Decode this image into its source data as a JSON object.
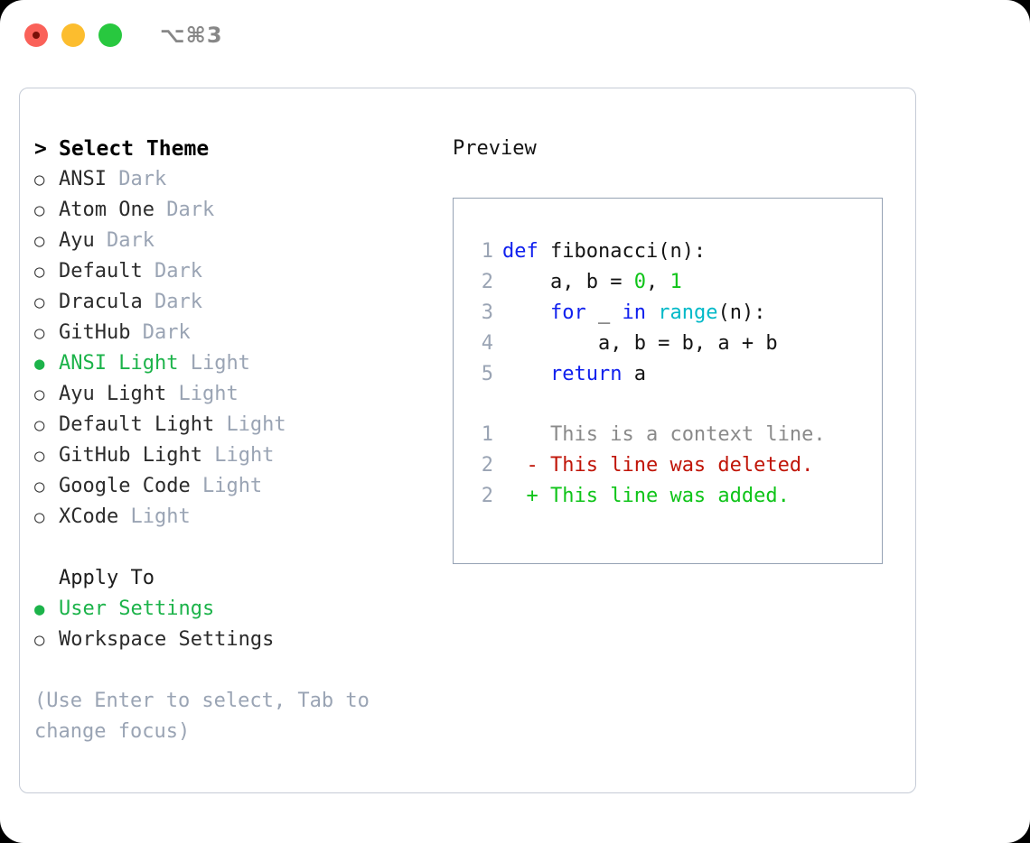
{
  "titlebar": {
    "shortcut": "⌥⌘3",
    "buttons": [
      {
        "name": "close",
        "color": "#fa6159"
      },
      {
        "name": "minimize",
        "color": "#fcbd2e"
      },
      {
        "name": "zoom",
        "color": "#28c83f"
      }
    ]
  },
  "theme_picker": {
    "header": "Select Theme",
    "header_prefix": ">",
    "items": [
      {
        "name": "ANSI",
        "kind": "Dark",
        "selected": false
      },
      {
        "name": "Atom One",
        "kind": "Dark",
        "selected": false
      },
      {
        "name": "Ayu",
        "kind": "Dark",
        "selected": false
      },
      {
        "name": "Default",
        "kind": "Dark",
        "selected": false
      },
      {
        "name": "Dracula",
        "kind": "Dark",
        "selected": false
      },
      {
        "name": "GitHub",
        "kind": "Dark",
        "selected": false
      },
      {
        "name": "ANSI Light",
        "kind": "Light",
        "selected": true
      },
      {
        "name": "Ayu Light",
        "kind": "Light",
        "selected": false
      },
      {
        "name": "Default Light",
        "kind": "Light",
        "selected": false
      },
      {
        "name": "GitHub Light",
        "kind": "Light",
        "selected": false
      },
      {
        "name": "Google Code",
        "kind": "Light",
        "selected": false
      },
      {
        "name": "XCode",
        "kind": "Light",
        "selected": false
      }
    ]
  },
  "apply_to": {
    "header": "Apply To",
    "options": [
      {
        "label": "User Settings",
        "selected": true
      },
      {
        "label": "Workspace Settings",
        "selected": false
      }
    ]
  },
  "hint": "(Use Enter to select, Tab to change focus)",
  "preview": {
    "header": "Preview",
    "code_lines": [
      {
        "number": "1",
        "tokens": [
          {
            "text": "def",
            "style": "kw"
          },
          {
            "text": " fibonacci(n):",
            "style": "plain"
          }
        ]
      },
      {
        "number": "2",
        "tokens": [
          {
            "text": "    a, b = ",
            "style": "plain"
          },
          {
            "text": "0",
            "style": "num"
          },
          {
            "text": ", ",
            "style": "plain"
          },
          {
            "text": "1",
            "style": "num"
          }
        ]
      },
      {
        "number": "3",
        "tokens": [
          {
            "text": "    ",
            "style": "plain"
          },
          {
            "text": "for",
            "style": "kw"
          },
          {
            "text": " _ ",
            "style": "plain"
          },
          {
            "text": "in",
            "style": "kw"
          },
          {
            "text": " ",
            "style": "plain"
          },
          {
            "text": "range",
            "style": "fn"
          },
          {
            "text": "(n):",
            "style": "plain"
          }
        ]
      },
      {
        "number": "4",
        "tokens": [
          {
            "text": "        a, b = b, a + b",
            "style": "plain"
          }
        ]
      },
      {
        "number": "5",
        "tokens": [
          {
            "text": "    ",
            "style": "plain"
          },
          {
            "text": "return",
            "style": "kw"
          },
          {
            "text": " a",
            "style": "plain"
          }
        ]
      }
    ],
    "diff_lines": [
      {
        "number": "1",
        "marker": " ",
        "text": "This is a context line.",
        "style": "diff-ctx"
      },
      {
        "number": "2",
        "marker": "-",
        "text": "This line was deleted.",
        "style": "diff-del"
      },
      {
        "number": "2",
        "marker": "+",
        "text": "This line was added.",
        "style": "diff-add"
      }
    ]
  },
  "colors": {
    "accent_green": "#1cb34a",
    "muted_blue_gray": "#9aa4b4",
    "keyword_blue": "#1020ee",
    "function_cyan": "#00b9c8",
    "number_green": "#0fc419",
    "diff_delete_red": "#c01508",
    "diff_add_green": "#0fc419",
    "panel_border": "#c5cbd6",
    "preview_border": "#95a2b4"
  }
}
